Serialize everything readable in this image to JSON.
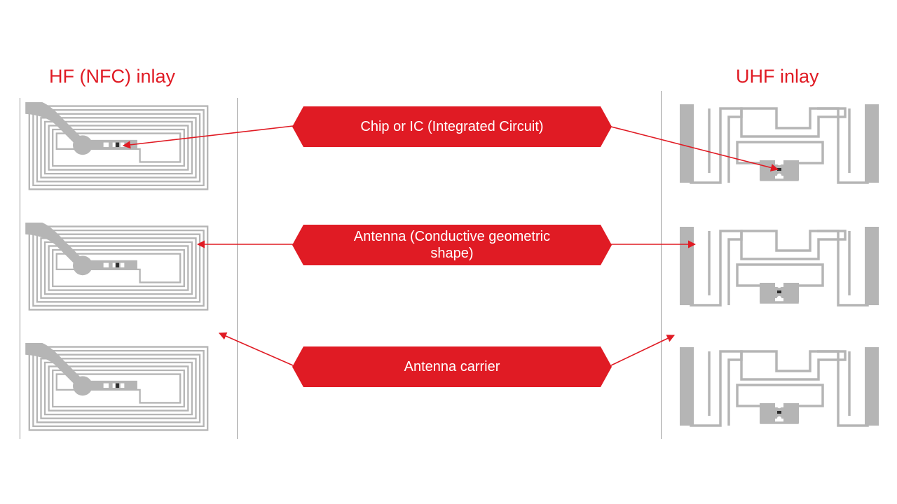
{
  "hf": {
    "title": "HF (NFC) inlay"
  },
  "uhf": {
    "title": "UHF inlay"
  },
  "callouts": {
    "chip": "Chip or IC (Integrated Circuit)",
    "antenna": "Antenna (Conductive geometric shape)",
    "carrier": "Antenna carrier"
  },
  "colors": {
    "accent": "#e01b24",
    "inlay_gray": "#b5b5b5",
    "divider": "#9a9a9a",
    "label_text": "#ffffff"
  },
  "icons": {
    "hf_inlay": "hf-nfc-coil-antenna",
    "uhf_inlay": "uhf-dipole-antenna",
    "chip": "chip-die"
  }
}
